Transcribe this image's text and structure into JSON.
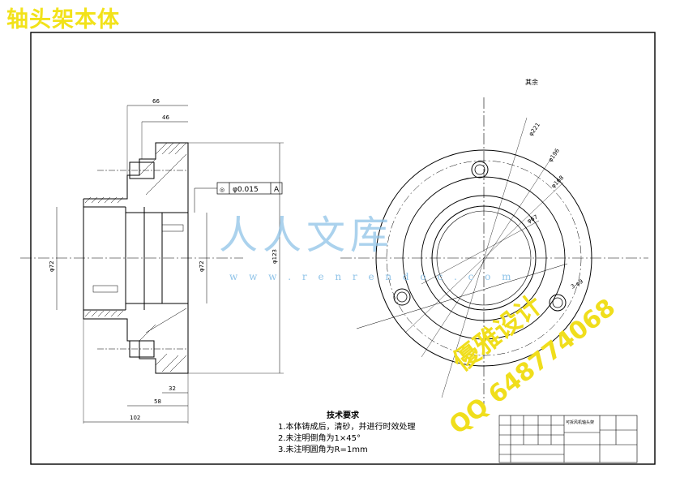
{
  "title": "轴头架本体",
  "surface_finish_other": "其余",
  "tolerance_frame": {
    "symbol": "◎",
    "value": "φ0.015",
    "datum": "A"
  },
  "dims": {
    "d66": "66",
    "d46": "46",
    "d32": "32",
    "d58": "58",
    "d102": "102",
    "phi72": "φ72",
    "phi72b": "φ72",
    "phi123": "φ123",
    "r221": "φ221",
    "r196": "φ196",
    "r168": "φ168",
    "r67": "φ67",
    "hole": "3-φ9"
  },
  "tech_req": {
    "heading": "技术要求",
    "items": [
      "1.本体铸成后，清砂，并进行时效处理",
      "2.未注明倒角为1×45°",
      "3.未注明圆角为R=1mm"
    ]
  },
  "title_block": {
    "part_name": "可拆风机轴头架"
  },
  "watermark": {
    "cn": "人人文库",
    "url": "w w w . r e n r e n d o c . c o m",
    "design": "優雅设计",
    "qq": "QQ 648774068"
  }
}
